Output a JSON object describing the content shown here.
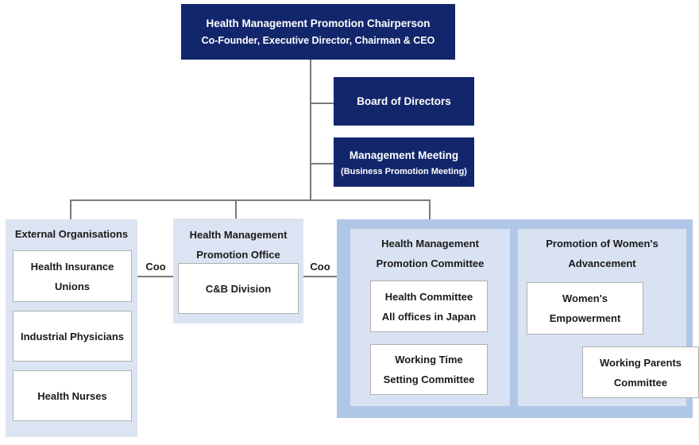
{
  "colors": {
    "navy": "#12266b",
    "container_blue": "#dce4f3",
    "outer_panel_blue": "#b0c6e6",
    "inner_panel_blue": "#d9e2f2",
    "connector_gray": "#7a7a7a",
    "box_border_gray": "#b0b0b0",
    "text_dark": "#1a1a1a",
    "text_white": "#ffffff"
  },
  "nodes": {
    "chairperson": {
      "line1": "Health Management Promotion Chairperson",
      "line2": "Co-Founder, Executive Director, Chairman & CEO"
    },
    "board_of_directors": {
      "label": "Board of Directors"
    },
    "management_meeting": {
      "line1": "Management Meeting",
      "line2": "(Business Promotion Meeting)"
    }
  },
  "external_organisations": {
    "title": "External Organisations",
    "box1": {
      "line1": "Health Insurance",
      "line2": "Unions"
    },
    "box2": {
      "label": "Industrial Physicians"
    },
    "box3": {
      "label": "Health Nurses"
    }
  },
  "promotion_office": {
    "title": {
      "line1": "Health Management",
      "line2": "Promotion Office"
    },
    "box1": {
      "label": "C&B Division"
    }
  },
  "cooperation": {
    "left_label": "Coo",
    "right_label": "Coo"
  },
  "promotion_committee": {
    "title": {
      "line1": "Health Management",
      "line2": "Promotion Committee"
    },
    "box1": {
      "line1": "Health Committee",
      "line2": "All offices in Japan"
    },
    "box2": {
      "line1": "Working Time",
      "line2": "Setting Committee"
    }
  },
  "womens_advancement": {
    "title": {
      "line1": "Promotion of Women's",
      "line2": "Advancement"
    },
    "box1": {
      "line1": "Women's",
      "line2": "Empowerment"
    },
    "box2": {
      "line1": "Working Parents",
      "line2": "Committee"
    }
  }
}
